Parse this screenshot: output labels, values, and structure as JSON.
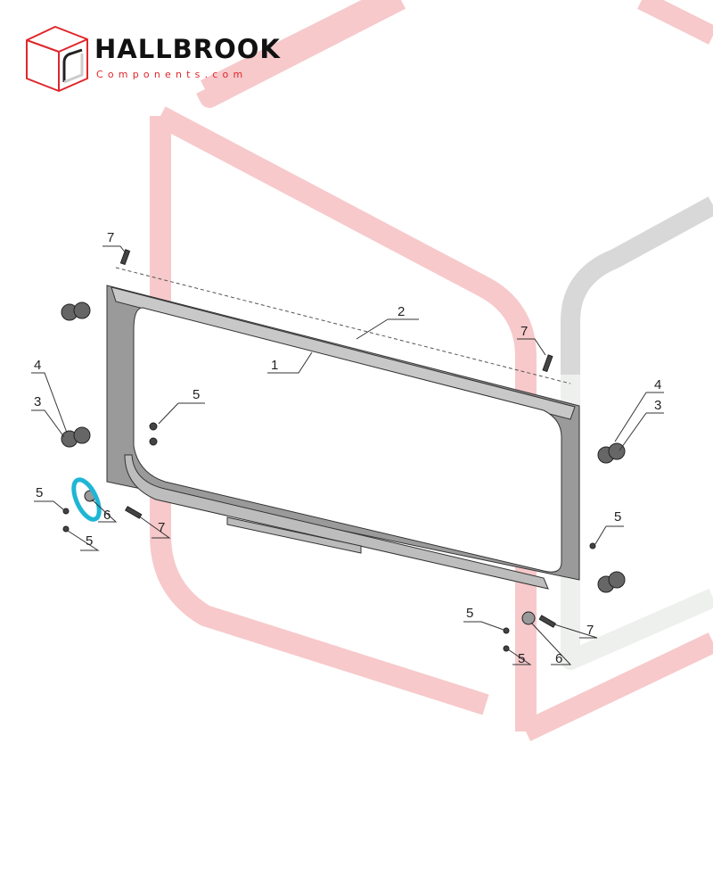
{
  "logo": {
    "name": "HALLBROOK",
    "tagline": "Components.com",
    "brand_color": "#e0262b"
  },
  "watermark_color": "#f7c9cb",
  "highlight_color": "#1fb6d6",
  "callouts": [
    {
      "id": "c1",
      "label": "7"
    },
    {
      "id": "c2",
      "label": "2"
    },
    {
      "id": "c3",
      "label": "1"
    },
    {
      "id": "c4",
      "label": "7"
    },
    {
      "id": "c5",
      "label": "4"
    },
    {
      "id": "c6",
      "label": "3"
    },
    {
      "id": "c7",
      "label": "5"
    },
    {
      "id": "c8",
      "label": "4"
    },
    {
      "id": "c9",
      "label": "3"
    },
    {
      "id": "c10",
      "label": "5"
    },
    {
      "id": "c11",
      "label": "6"
    },
    {
      "id": "c12",
      "label": "7"
    },
    {
      "id": "c13",
      "label": "5"
    },
    {
      "id": "c14",
      "label": "5"
    },
    {
      "id": "c15",
      "label": "5"
    },
    {
      "id": "c16",
      "label": "7"
    },
    {
      "id": "c17",
      "label": "5"
    },
    {
      "id": "c18",
      "label": "6"
    }
  ]
}
